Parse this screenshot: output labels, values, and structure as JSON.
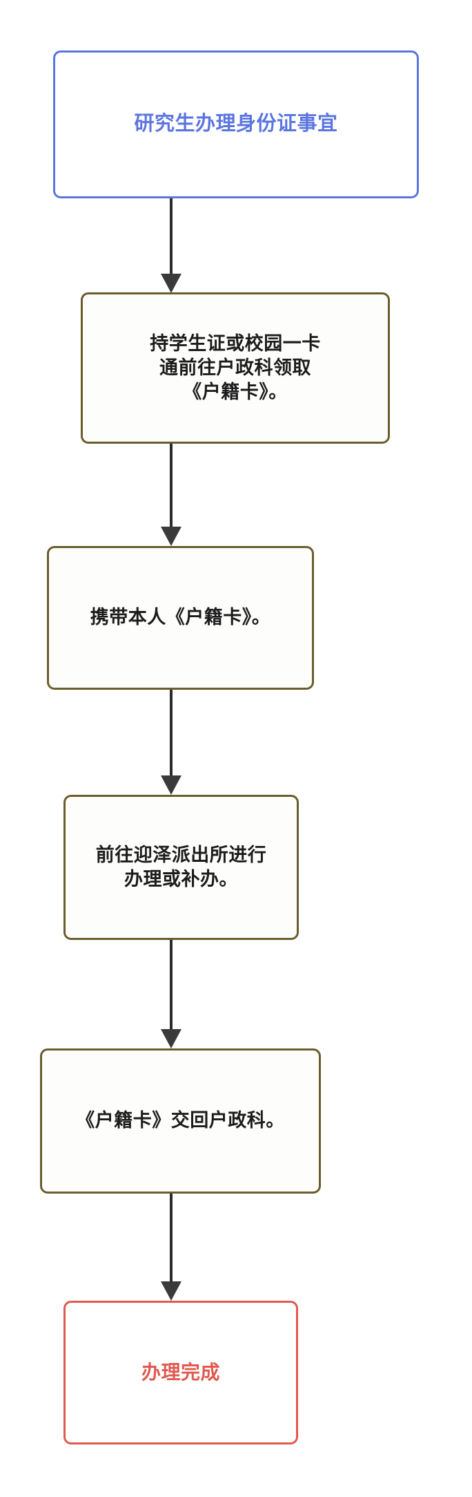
{
  "diagram": {
    "title": "研究生办理身份证事宜",
    "type": "flowchart",
    "orientation": "top-to-bottom",
    "background_color": "#ffffff",
    "colors": {
      "start_border": "#5b75e0",
      "start_text": "#5b75e0",
      "step_border": "#6b5c2c",
      "step_text": "#1c1c1c",
      "finish_border": "#e0594f",
      "finish_text": "#e0594f",
      "arrow": "#2b2b2b"
    },
    "nodes": [
      {
        "id": "start",
        "kind": "start",
        "label": "研究生办理身份证事宜",
        "font_size": "29px"
      },
      {
        "id": "step1",
        "kind": "step",
        "label": "持学生证或校园一卡\n通前往户政科领取\n《户籍卡》。",
        "font_size": "27px"
      },
      {
        "id": "step2",
        "kind": "step",
        "label": "携带本人《户籍卡》。",
        "font_size": "27px"
      },
      {
        "id": "step3",
        "kind": "step",
        "label": "前往迎泽派出所进行\n办理或补办。",
        "font_size": "27px"
      },
      {
        "id": "step4",
        "kind": "step",
        "label": "《户籍卡》交回户政科。",
        "font_size": "27px"
      },
      {
        "id": "finish",
        "kind": "finish",
        "label": "办理完成",
        "font_size": "28px"
      }
    ],
    "edges": [
      {
        "from": "start",
        "to": "step1",
        "label": ""
      },
      {
        "from": "step1",
        "to": "step2",
        "label": ""
      },
      {
        "from": "step2",
        "to": "step3",
        "label": ""
      },
      {
        "from": "step3",
        "to": "step4",
        "label": ""
      },
      {
        "from": "step4",
        "to": "finish",
        "label": ""
      }
    ]
  }
}
